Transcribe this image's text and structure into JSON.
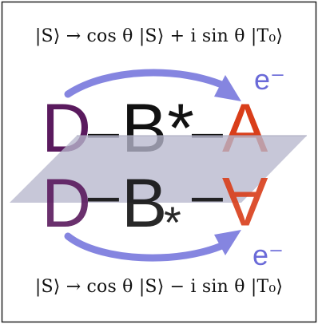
{
  "equations": {
    "top": "|S⟩ → cos θ |S⟩ + i sin θ |T₀⟩",
    "bottom": "|S⟩ → cos θ |S⟩ − i sin θ |T₀⟩"
  },
  "molecule": {
    "donor": "D",
    "bridge": "B*",
    "bridge_symbol": "B",
    "bridge_star": "*",
    "acceptor": "A",
    "dash": "–"
  },
  "electron_label_top": "e⁻",
  "electron_label_bottom": "e⁻",
  "colors": {
    "donor": "#5a1a5e",
    "bridge": "#111111",
    "acceptor": "#d93e1a",
    "arrow": "#8585e0",
    "electron": "#6a6ad8",
    "plane": "#b7b7cd",
    "frame": "#222222"
  }
}
